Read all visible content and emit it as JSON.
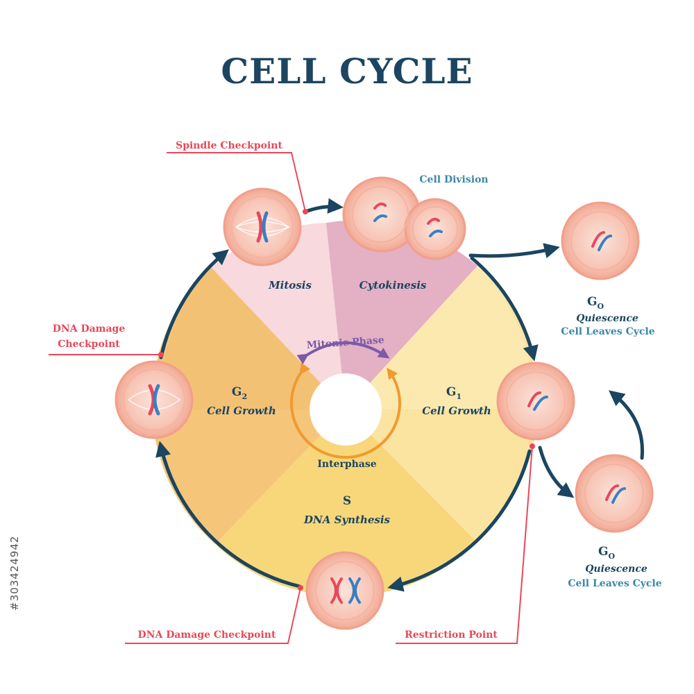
{
  "title": "CELL CYCLE",
  "phases": {
    "mitosis": "Mitosis",
    "cytokinesis": "Cytokinesis",
    "g2_name": "G",
    "g2_sub": "2",
    "g2_desc": "Cell Growth",
    "g1_name": "G",
    "g1_sub": "1",
    "g1_desc": "Cell Growth",
    "s_name": "S",
    "s_desc": "DNA Synthesis"
  },
  "inner_labels": {
    "mitotic": "Mitonic Phase",
    "interphase": "Interphase"
  },
  "checkpoints": {
    "spindle": "Spindle Checkpoint",
    "dna_damage_top_line1": "DNA Damage",
    "dna_damage_top_line2": "Checkpoint",
    "dna_damage_bottom": "DNA Damage Checkpoint",
    "restriction": "Restriction Point"
  },
  "cell_division": "Cell Division",
  "g0_top": {
    "name": "G",
    "sub": "O",
    "line1": "Quiescence",
    "line2": "Cell Leaves Cycle"
  },
  "g0_bottom": {
    "name": "G",
    "sub": "O",
    "line1": "Quiescence",
    "line2": "Cell Leaves Cycle"
  },
  "stock_id": "#303424942",
  "colors": {
    "navy": "#1b4560",
    "red": "#e8485a",
    "blue_text": "#3a86a8",
    "mitosis_fill": "#f8d9de",
    "cytokinesis_fill": "#e3b0c4",
    "g1_fill": "#fbe3a0",
    "s_fill": "#f7d77a",
    "g2_fill": "#f5c57a",
    "cell_fill": "#f5b8a6",
    "purple": "#7c5aa8",
    "orange": "#f09a2e"
  }
}
